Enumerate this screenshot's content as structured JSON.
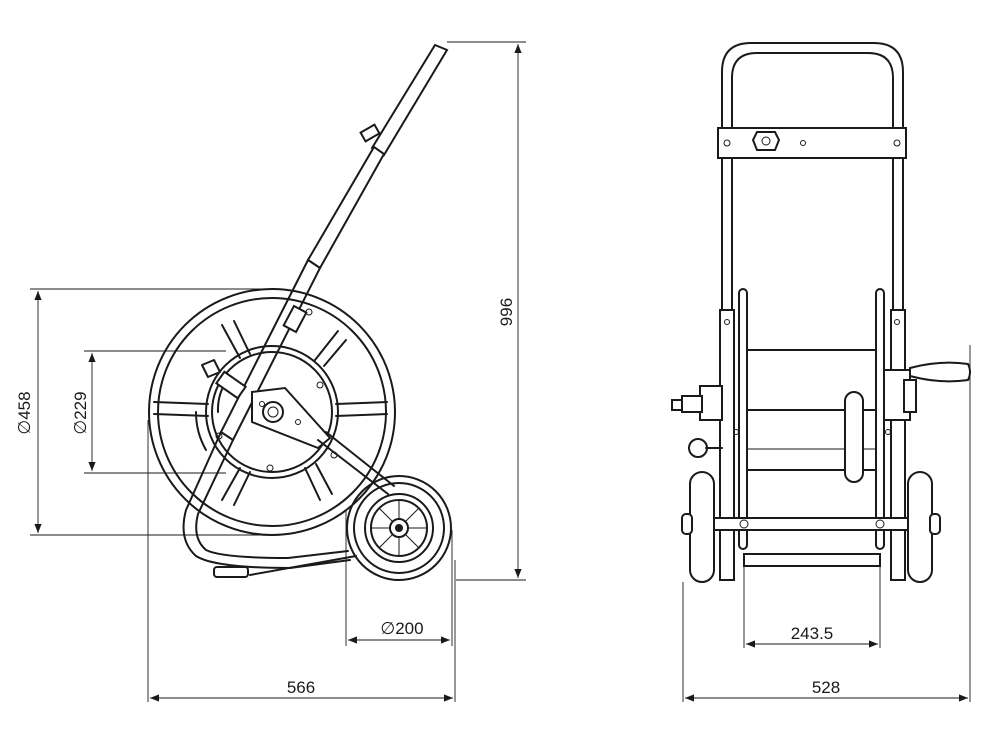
{
  "dimensions": {
    "reel_diameter": "458",
    "drum_diameter": "229",
    "total_height": "996",
    "wheel_diameter": "200",
    "side_depth": "566",
    "axle_width": "243.5",
    "front_width": "528"
  },
  "symbols": {
    "diameter": "∅"
  }
}
